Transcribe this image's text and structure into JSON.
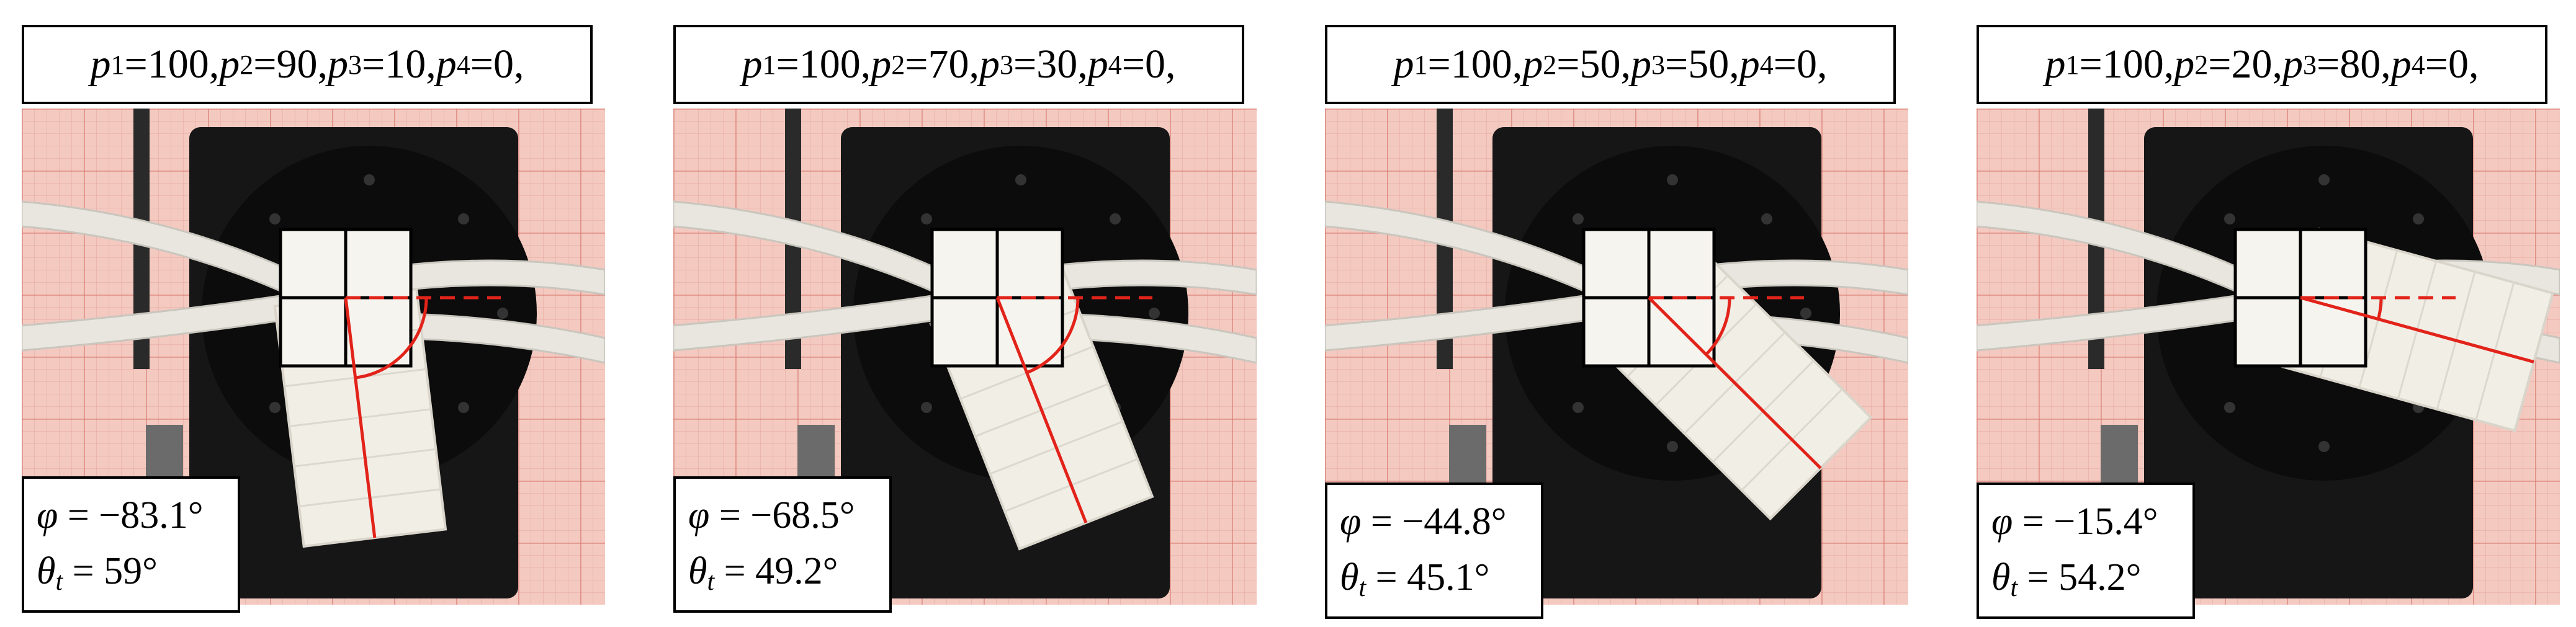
{
  "panels": [
    {
      "p1": "100",
      "p2": "90",
      "p3": "10",
      "p4": "0",
      "phi": "−83.1°",
      "theta": "59°",
      "phi_deg": -83.1
    },
    {
      "p1": "100",
      "p2": "70",
      "p3": "30",
      "p4": "0",
      "phi": "−68.5°",
      "theta": "49.2°",
      "phi_deg": -68.5
    },
    {
      "p1": "100",
      "p2": "50",
      "p3": "50",
      "p4": "0",
      "phi": "−44.8°",
      "theta": "45.1°",
      "phi_deg": -44.8
    },
    {
      "p1": "100",
      "p2": "20",
      "p3": "80",
      "p4": "0",
      "phi": "−15.4°",
      "theta": "54.2°",
      "phi_deg": -15.4
    }
  ],
  "colors": {
    "mount": "#161616",
    "tube": "#e8e6df",
    "actuator": "#f1eee6",
    "angle_line": "#e2231a",
    "grid_paper": "#f3c9c0"
  }
}
